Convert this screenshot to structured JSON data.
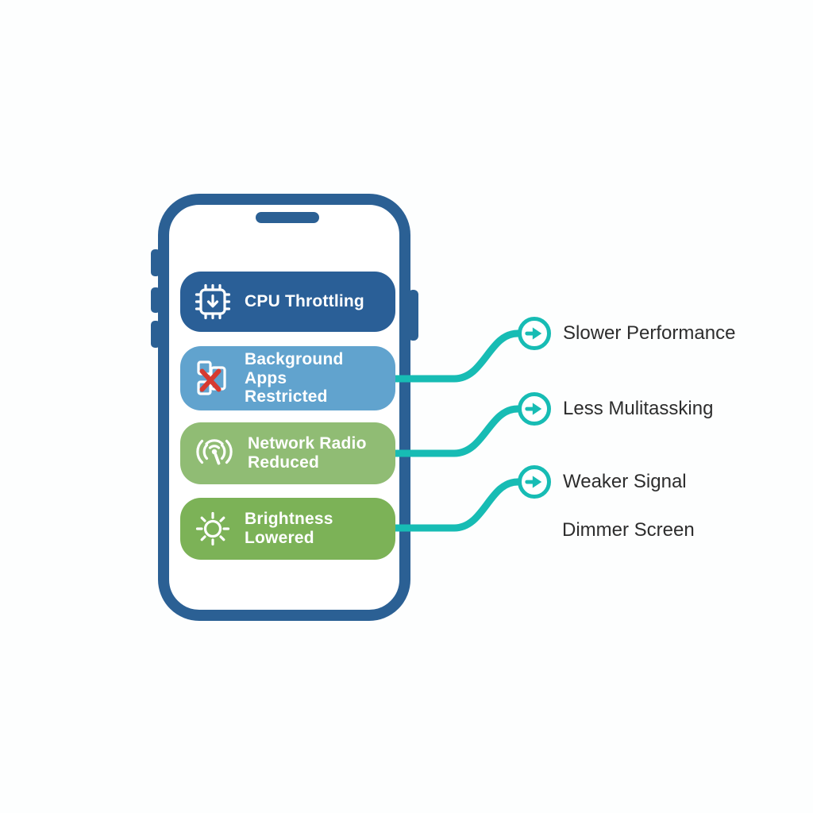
{
  "colors": {
    "background": "#fdfefe",
    "frame": "#2b6094",
    "box_cpu": "#2a5f97",
    "box_apps": "#61a3ce",
    "box_network": "#90bc74",
    "box_brightness": "#7cb257",
    "connector": "#17bcb4",
    "text_dark": "#2d2d2d",
    "x_red": "#d63a2f"
  },
  "phone": {
    "features": [
      {
        "label": "CPU Throttling",
        "icon": "cpu-chip-icon"
      },
      {
        "label": "Background Apps\nRestricted",
        "icon": "blocked-apps-icon"
      },
      {
        "label": "Network Radio\nReduced",
        "icon": "radio-broadcast-icon"
      },
      {
        "label": "Brightness\nLowered",
        "icon": "brightness-sun-icon"
      }
    ]
  },
  "effects": [
    {
      "label": "Slower Performance",
      "arrow_icon": true
    },
    {
      "label": "Less Mulitassking",
      "arrow_icon": true
    },
    {
      "label": "Weaker Signal",
      "arrow_icon": true
    },
    {
      "label": "Dimmer Screen",
      "arrow_icon": false
    }
  ],
  "connections": [
    {
      "from_feature": 1,
      "to_effect": 0
    },
    {
      "from_feature": 2,
      "to_effect": 1
    },
    {
      "from_feature": 3,
      "to_effect": 2
    }
  ]
}
